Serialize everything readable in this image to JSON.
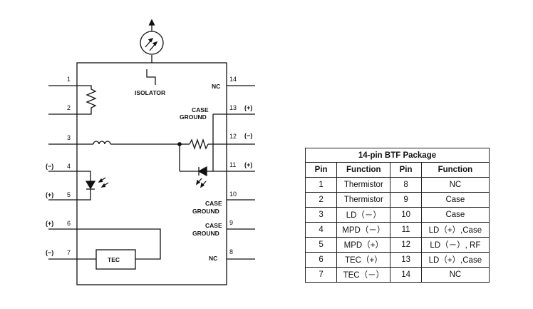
{
  "schematic": {
    "labels": {
      "isolator": "ISOLATOR",
      "case_ground_top": [
        "CASE",
        "GROUND"
      ],
      "case_ground_10": [
        "CASE",
        "GROUND"
      ],
      "case_ground_9": [
        "CASE",
        "GROUND"
      ],
      "tec": "TEC",
      "nc_14": "NC",
      "nc_8": "NC"
    },
    "pins_left": [
      "1",
      "2",
      "3",
      "4",
      "5",
      "6",
      "7"
    ],
    "pins_right": [
      "14",
      "13",
      "12",
      "11",
      "10",
      "9",
      "8"
    ],
    "polarity": {
      "p4": "(−)",
      "p5": "(+)",
      "p6": "(+)",
      "p7": "(−)",
      "p13": "(+)",
      "p12": "(−)",
      "p11": "(+)"
    }
  },
  "table": {
    "title": "14-pin BTF Package",
    "headers": [
      "Pin",
      "Function",
      "Pin",
      "Function"
    ],
    "rows": [
      [
        "1",
        "Thermistor",
        "8",
        "NC"
      ],
      [
        "2",
        "Thermistor",
        "9",
        "Case"
      ],
      [
        "3",
        "LD（－）",
        "10",
        "Case"
      ],
      [
        "4",
        "MPD（－）",
        "11",
        "LD（+）,Case"
      ],
      [
        "5",
        "MPD（+）",
        "12",
        "LD（－）, RF"
      ],
      [
        "6",
        "TEC（+）",
        "13",
        "LD（+）,Case"
      ],
      [
        "7",
        "TEC（－）",
        "14",
        "NC"
      ]
    ]
  }
}
